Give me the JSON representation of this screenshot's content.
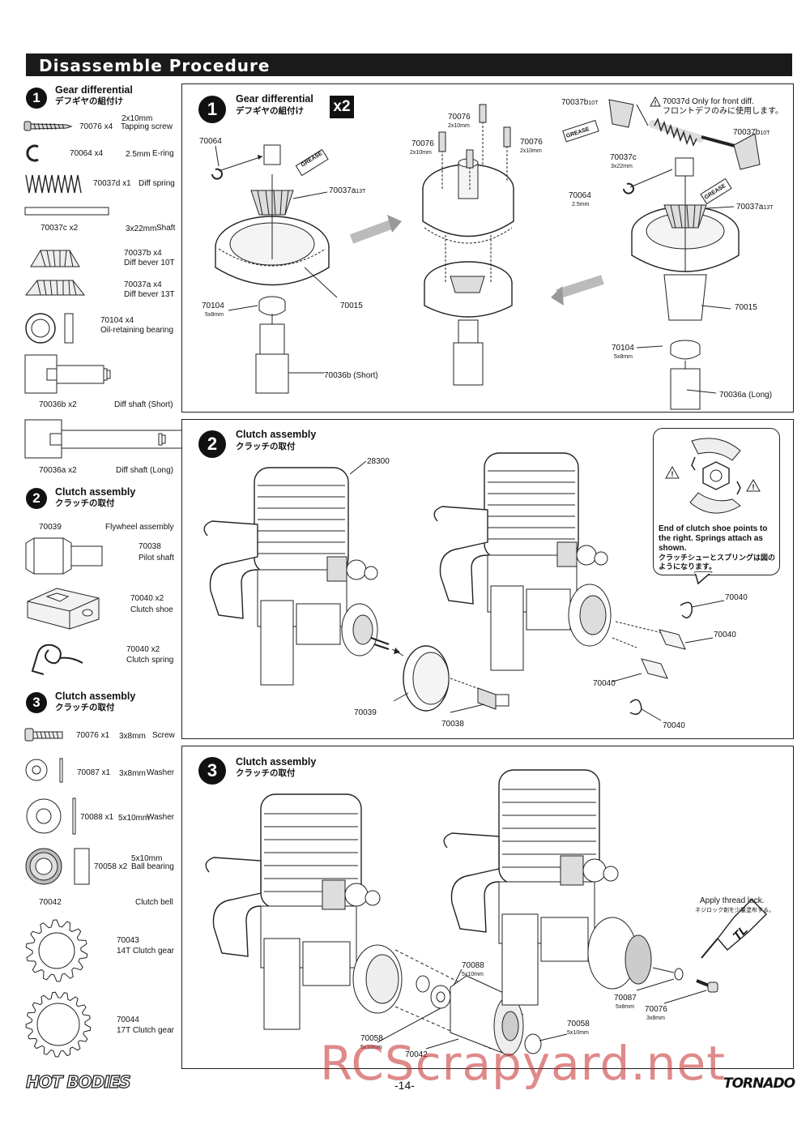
{
  "header": {
    "title": "Disassemble Procedure"
  },
  "sidebar": {
    "s1": {
      "num": "1",
      "title": "Gear differential",
      "title_jp": "デフギヤの組付け"
    },
    "s2": {
      "num": "2",
      "title": "Clutch assembly",
      "title_jp": "クラッチの取付"
    },
    "s3": {
      "num": "3",
      "title": "Clutch assembly",
      "title_jp": "クラッチの取付"
    },
    "parts": {
      "p1": {
        "code": "70076",
        "qty": "x4",
        "size": "2x10mm",
        "name": "Tapping screw"
      },
      "p2": {
        "code": "70064",
        "qty": "x4",
        "size": "2.5mm",
        "name": "E-ring"
      },
      "p3": {
        "code": "70037d",
        "qty": "x1",
        "name": "Diff spring"
      },
      "p4": {
        "code": "70037c",
        "qty": "x2",
        "size": "3x22mm",
        "name": "Shaft"
      },
      "p5": {
        "code": "70037b",
        "qty": "x4",
        "name": "Diff bever 10T"
      },
      "p6": {
        "code": "70037a",
        "qty": "x4",
        "name": "Diff bever 13T"
      },
      "p7": {
        "code": "70104",
        "qty": "x4",
        "name": "Oil-retaining bearing"
      },
      "p8": {
        "code": "70036b",
        "qty": "x2",
        "name": "Diff shaft (Short)"
      },
      "p9": {
        "code": "70036a",
        "qty": "x2",
        "name": "Diff shaft (Long)"
      },
      "p10": {
        "code": "70039",
        "name": "Flywheel assembly"
      },
      "p11": {
        "code": "70038",
        "name": "Pilot shaft"
      },
      "p12": {
        "code": "70040",
        "qty": "x2",
        "name": "Clutch shoe"
      },
      "p13": {
        "code": "70040",
        "qty": "x2",
        "name": "Clutch spring"
      },
      "p14": {
        "code": "70076",
        "qty": "x1",
        "size": "3x8mm",
        "name": "Screw"
      },
      "p15": {
        "code": "70087",
        "qty": "x1",
        "size": "3x8mm",
        "name": "Washer"
      },
      "p16": {
        "code": "70088",
        "qty": "x1",
        "size": "5x10mm",
        "name": "Washer"
      },
      "p17": {
        "code": "70058",
        "qty": "x2",
        "size": "5x10mm",
        "name": "Ball bearing"
      },
      "p18": {
        "code": "70042",
        "name": "Clutch bell"
      },
      "p19": {
        "code": "70043",
        "name": "14T Clutch gear"
      },
      "p20": {
        "code": "70044",
        "name": "17T Clutch gear"
      }
    }
  },
  "step1": {
    "num": "1",
    "title": "Gear differential",
    "title_jp": "デフギヤの組付け",
    "qty_badge": "x2",
    "grease": "GREASE",
    "note": "Only for front diff.",
    "note_jp": "フロントデフのみに使用します。",
    "labels": {
      "a": "70064",
      "b": "70037a",
      "b_t": "13T",
      "c": "70104",
      "c_s": "5x8mm",
      "d": "70015",
      "e": "70036b (Short)",
      "f": "70076",
      "f_s": "2x10mm",
      "g": "70076",
      "g_s": "2x10mm",
      "h": "70076",
      "h_s": "2x10mm",
      "i": "70037b",
      "i_t": "10T",
      "j": "70037d",
      "k": "70037b",
      "k_t": "10T",
      "l": "70037c",
      "l_s": "3x22mm",
      "m": "70064",
      "m_s": "2.5mm",
      "n": "70037a",
      "n_t": "13T",
      "o": "70015",
      "p": "70104",
      "p_s": "5x8mm",
      "q": "70036a (Long)"
    }
  },
  "step2": {
    "num": "2",
    "title": "Clutch assembly",
    "title_jp": "クラッチの取付",
    "callout": "End of clutch shoe points to the right. Springs attach as shown.",
    "callout_jp": "クラッチシューとスプリングは図のようになります。",
    "labels": {
      "a": "28300",
      "b": "70039",
      "c": "70038",
      "d": "70040",
      "e": "70040",
      "f": "70040",
      "g": "70040"
    }
  },
  "step3": {
    "num": "3",
    "title": "Clutch assembly",
    "title_jp": "クラッチの取付",
    "note": "Apply thread lock.",
    "note_jp": "ネジロック剤を少量塗布する。",
    "tl": "TL",
    "labels": {
      "a": "70088",
      "a_s": "5x10mm",
      "b": "70058",
      "b_s": "5x10mm",
      "c": "70042",
      "d": "70058",
      "d_s": "5x10mm",
      "e": "70087",
      "e_s": "5x8mm",
      "f": "70076",
      "f_s": "3x8mm"
    }
  },
  "footer": {
    "page": "-14-",
    "brand_left": "HOT BODIES",
    "brand_right": "TORNADO",
    "watermark": "RCScrapyard.net"
  }
}
